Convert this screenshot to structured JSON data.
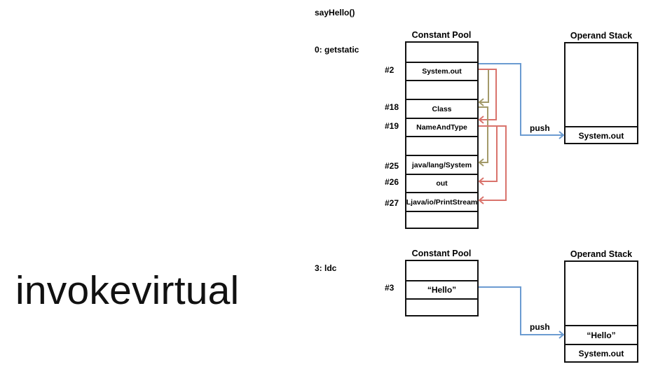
{
  "slide": {
    "title": "invokevirtual",
    "method": "sayHello()"
  },
  "colors": {
    "blue": "#6b9bd1",
    "olive": "#a39a6a",
    "red": "#d9736c",
    "line": "#111111"
  },
  "step1": {
    "instruction": "0: getstatic",
    "constant_pool": {
      "header": "Constant Pool",
      "rows": [
        {
          "index": "",
          "value": ""
        },
        {
          "index": "#2",
          "value": "System.out"
        },
        {
          "index": "",
          "value": ""
        },
        {
          "index": "#18",
          "value": "Class"
        },
        {
          "index": "#19",
          "value": "NameAndType"
        },
        {
          "index": "",
          "value": ""
        },
        {
          "index": "#25",
          "value": "java/lang/System"
        },
        {
          "index": "#26",
          "value": "out"
        },
        {
          "index": "#27",
          "value": "Ljava/io/PrintStream"
        },
        {
          "index": "",
          "value": ""
        }
      ]
    },
    "push_label": "push",
    "operand_stack": {
      "header": "Operand Stack",
      "items": [
        "System.out"
      ]
    },
    "references": [
      {
        "from": "#2",
        "to": "#18",
        "color": "olive"
      },
      {
        "from": "#2",
        "to": "#19",
        "color": "red"
      },
      {
        "from": "#18",
        "to": "#25",
        "color": "olive"
      },
      {
        "from": "#19",
        "to": "#26",
        "color": "red"
      },
      {
        "from": "#19",
        "to": "#27",
        "color": "red"
      },
      {
        "from": "#2",
        "to": "operand_stack",
        "color": "blue",
        "label": "push"
      }
    ]
  },
  "step2": {
    "instruction": "3: ldc",
    "constant_pool": {
      "header": "Constant Pool",
      "rows": [
        {
          "index": "",
          "value": ""
        },
        {
          "index": "#3",
          "value": "“Hello”"
        },
        {
          "index": "",
          "value": ""
        }
      ]
    },
    "push_label": "push",
    "operand_stack": {
      "header": "Operand Stack",
      "items": [
        "“Hello”",
        "System.out"
      ]
    },
    "references": [
      {
        "from": "#3",
        "to": "operand_stack",
        "color": "blue",
        "label": "push"
      }
    ]
  }
}
